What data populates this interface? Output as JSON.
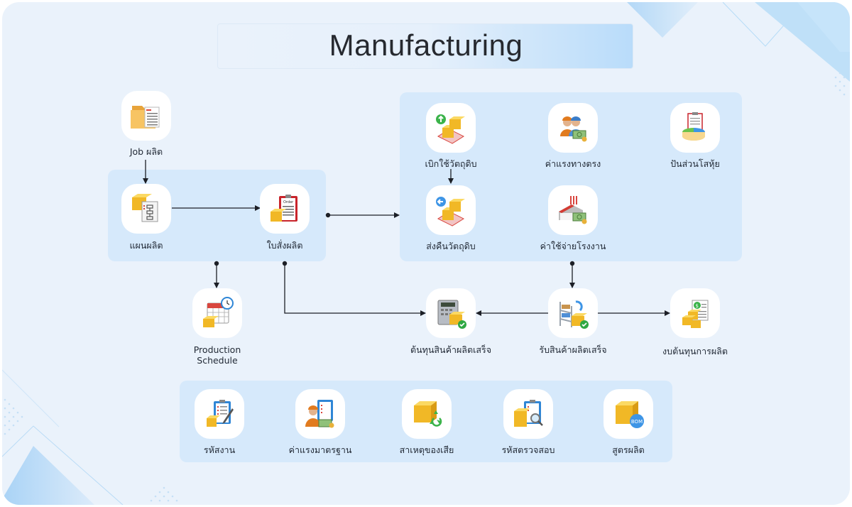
{
  "title": "Manufacturing",
  "colors": {
    "background": "#eaf2fb",
    "panel": "#d6e9fb",
    "node": "#ffffff",
    "connector": "#1c1f26",
    "title_text": "#26292f"
  },
  "nodes": {
    "job": {
      "label": "Job ผลิต",
      "icon": "folder-document-icon"
    },
    "plan": {
      "label": "แผนผลิต",
      "icon": "box-flowchart-icon"
    },
    "order": {
      "label": "ใบสั่งผลิต",
      "icon": "order-clipboard-icon"
    },
    "schedule": {
      "label": "Production\nSchedule",
      "label_line1": "Production",
      "label_line2": "Schedule",
      "icon": "calendar-clock-icon"
    },
    "withdraw": {
      "label": "เบิกใช้วัตถุดิบ",
      "icon": "boxes-up-arrow-icon"
    },
    "return": {
      "label": "ส่งคืนวัตถุดิบ",
      "icon": "boxes-return-arrow-icon"
    },
    "direct_labor": {
      "label": "ค่าแรงทางตรง",
      "icon": "workers-money-icon"
    },
    "overhead": {
      "label": "ค่าใช้จ่ายโรงงาน",
      "icon": "factory-money-icon"
    },
    "allocation": {
      "label": "ปันส่วนโสหุ้ย",
      "icon": "pie-chart-clipboard-icon"
    },
    "fg_cost": {
      "label": "ต้นทุนสินค้าผลิตเสร็จ",
      "icon": "calculator-boxes-icon"
    },
    "fg_receive": {
      "label": "รับสินค้าผลิตเสร็จ",
      "icon": "shelf-boxes-check-icon"
    },
    "cost_report": {
      "label": "งบต้นทุนการผลิต",
      "icon": "boxes-dollar-document-icon"
    }
  },
  "settings": [
    {
      "label": "รหัสงาน",
      "icon": "clipboard-pen-boxes-icon"
    },
    {
      "label": "ค่าแรงมาตรฐาน",
      "icon": "worker-clipboard-money-icon"
    },
    {
      "label": "สาเหตุของเสีย",
      "icon": "box-recycle-icon"
    },
    {
      "label": "รหัสตรวจสอบ",
      "icon": "clipboard-magnifier-icon"
    },
    {
      "label": "สูตรผลิต",
      "icon": "box-bom-icon",
      "badge": "BOM"
    }
  ]
}
